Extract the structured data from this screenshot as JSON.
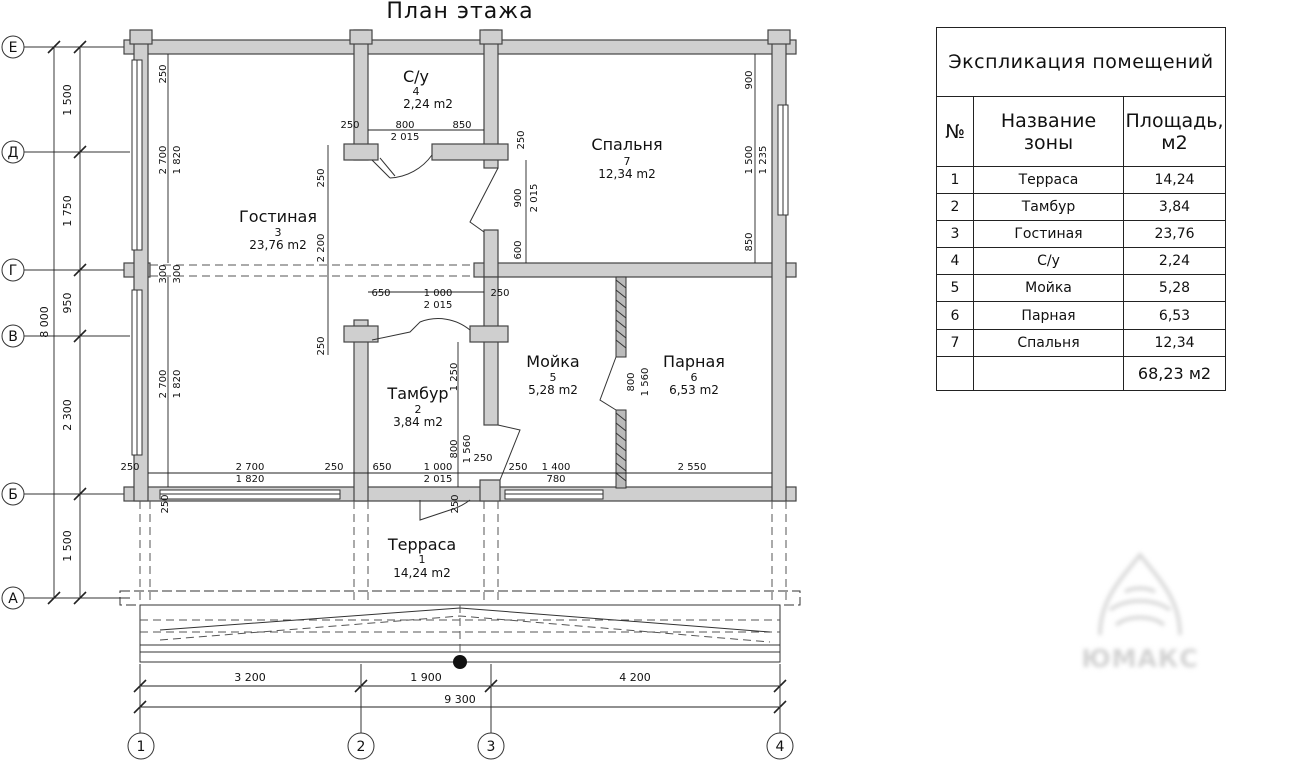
{
  "title": "План этажа",
  "axes_letters": [
    "Е",
    "Д",
    "Г",
    "В",
    "Б",
    "А"
  ],
  "axes_numbers": [
    "1",
    "2",
    "3",
    "4"
  ],
  "left_dims": {
    "outer": [
      "1 500",
      "1 750",
      "950",
      "2 300",
      "1 500"
    ],
    "inner": "8 000"
  },
  "bottom_dims": {
    "segments": [
      "3 200",
      "1 900",
      "4 200"
    ],
    "total": "9 300"
  },
  "rooms": [
    {
      "name": "С/у",
      "num": "4",
      "area": "2,24 m2"
    },
    {
      "name": "Спальня",
      "num": "7",
      "area": "12,34 m2"
    },
    {
      "name": "Гостиная",
      "num": "3",
      "area": "23,76 m2"
    },
    {
      "name": "Мойка",
      "num": "5",
      "area": "5,28 m2"
    },
    {
      "name": "Парная",
      "num": "6",
      "area": "6,53 m2"
    },
    {
      "name": "Тамбур",
      "num": "2",
      "area": "3,84 m2"
    },
    {
      "name": "Терраса",
      "num": "1",
      "area": "14,24 m2"
    }
  ],
  "plan_dims": {
    "d250a": "250",
    "d800a": "800",
    "d850a": "850",
    "d2015a": "2 015",
    "d250b": "250",
    "d900b": "900",
    "d2015b": "2 015",
    "d600": "600",
    "d900r": "900",
    "d1500r": "1 500",
    "d1235": "1 235",
    "d850r": "850",
    "d250c": "250",
    "d2700a": "2 700",
    "d1820a": "1 820",
    "d300a": "300",
    "d300b": "300",
    "d250d": "250",
    "d2200": "2 200",
    "d250e": "250",
    "d650a": "650",
    "d1000a": "1 000",
    "d2015c": "2 015",
    "d250f": "250",
    "d2700b": "2 700",
    "d1820b": "1 820",
    "d1250": "1 250",
    "d800b": "800",
    "d1560a": "1 560",
    "d800c": "800",
    "d1560b": "1 560",
    "d250g": "250",
    "d2700c": "2 700",
    "d250h": "250",
    "d1820c": "1 820",
    "d650b": "650",
    "d1000b": "1 000",
    "d2015d": "2 015",
    "d250i": "250",
    "d250j": "250",
    "d1400": "1 400",
    "d780": "780",
    "d2550": "2 550",
    "d250k": "250",
    "d250l": "250"
  },
  "legend": {
    "title": "Экспликация помещений",
    "headers": [
      "№",
      "Название зоны",
      "Площадь, м2"
    ],
    "rows": [
      {
        "n": "1",
        "name": "Терраса",
        "area": "14,24"
      },
      {
        "n": "2",
        "name": "Тамбур",
        "area": "3,84"
      },
      {
        "n": "3",
        "name": "Гостиная",
        "area": "23,76"
      },
      {
        "n": "4",
        "name": "С/у",
        "area": "2,24"
      },
      {
        "n": "5",
        "name": "Мойка",
        "area": "5,28"
      },
      {
        "n": "6",
        "name": "Парная",
        "area": "6,53"
      },
      {
        "n": "7",
        "name": "Спальня",
        "area": "12,34"
      }
    ],
    "total": "68,23 м2"
  },
  "logo_text": "ЮМАКС"
}
